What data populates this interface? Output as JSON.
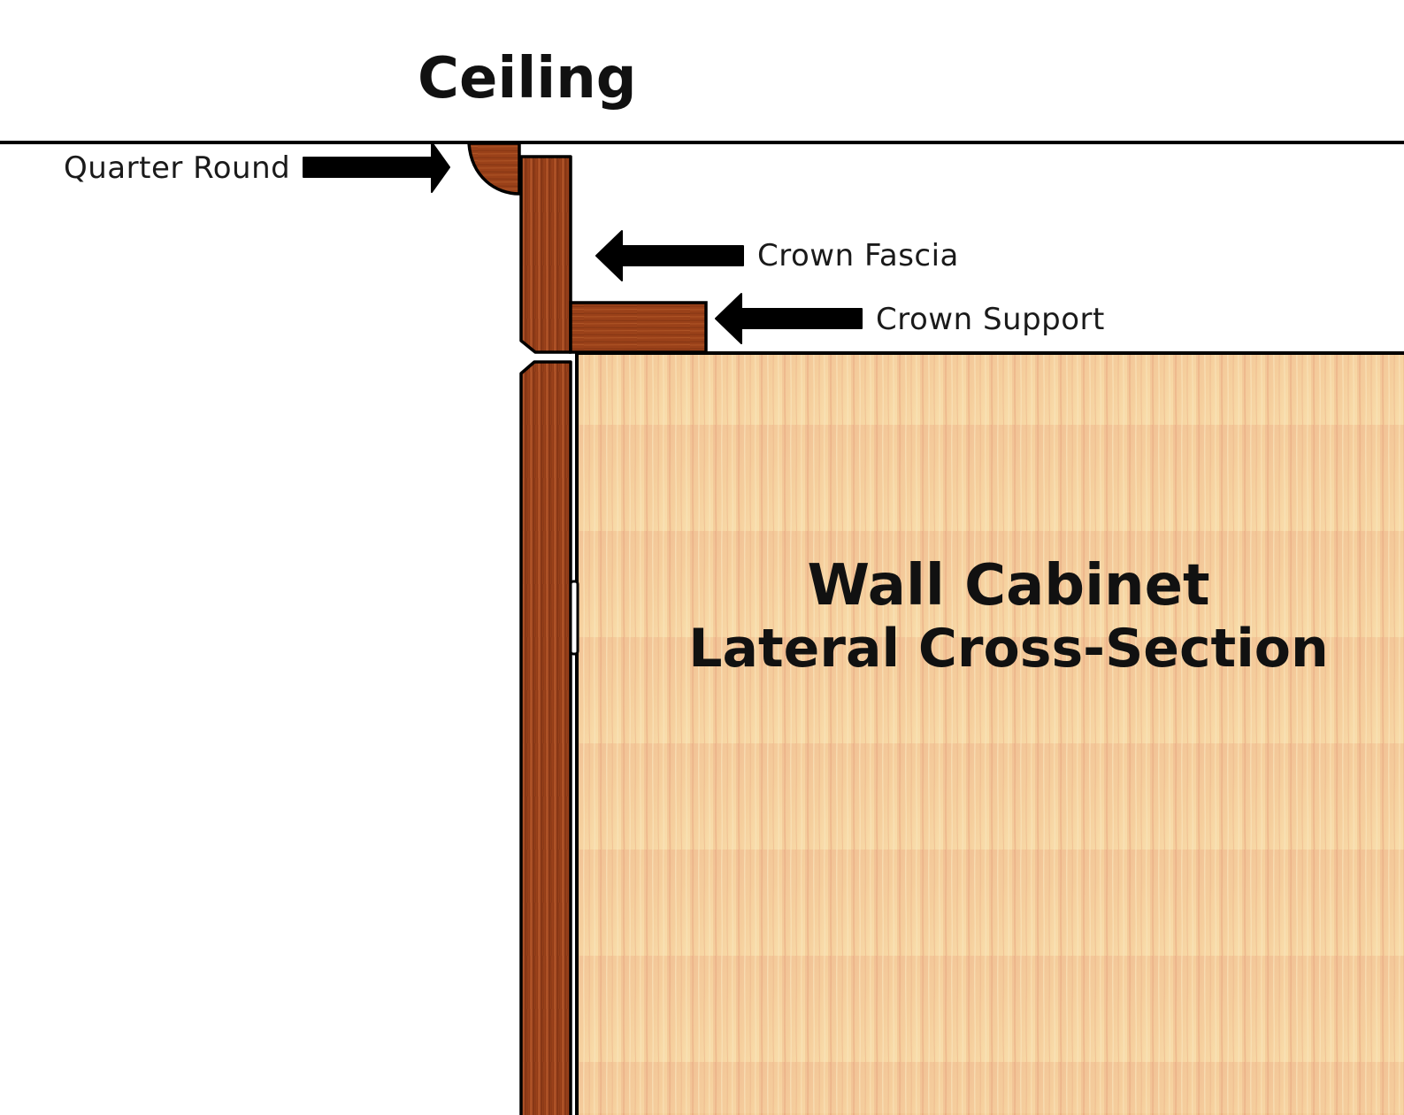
{
  "diagram": {
    "title": "Ceiling",
    "cabinet_label": {
      "line1": "Wall Cabinet",
      "line2": "Lateral Cross-Section"
    },
    "callouts": {
      "quarter_round": "Quarter Round",
      "crown_fascia": "Crown Fascia",
      "crown_support": "Crown Support"
    }
  },
  "colors": {
    "dark_wood": "#8a3a17",
    "dark_wood_light": "#b5562a",
    "light_wood": "#f3c592",
    "light_wood_grain": "#e9a97c",
    "outline": "#000000",
    "background": "#ffffff"
  }
}
